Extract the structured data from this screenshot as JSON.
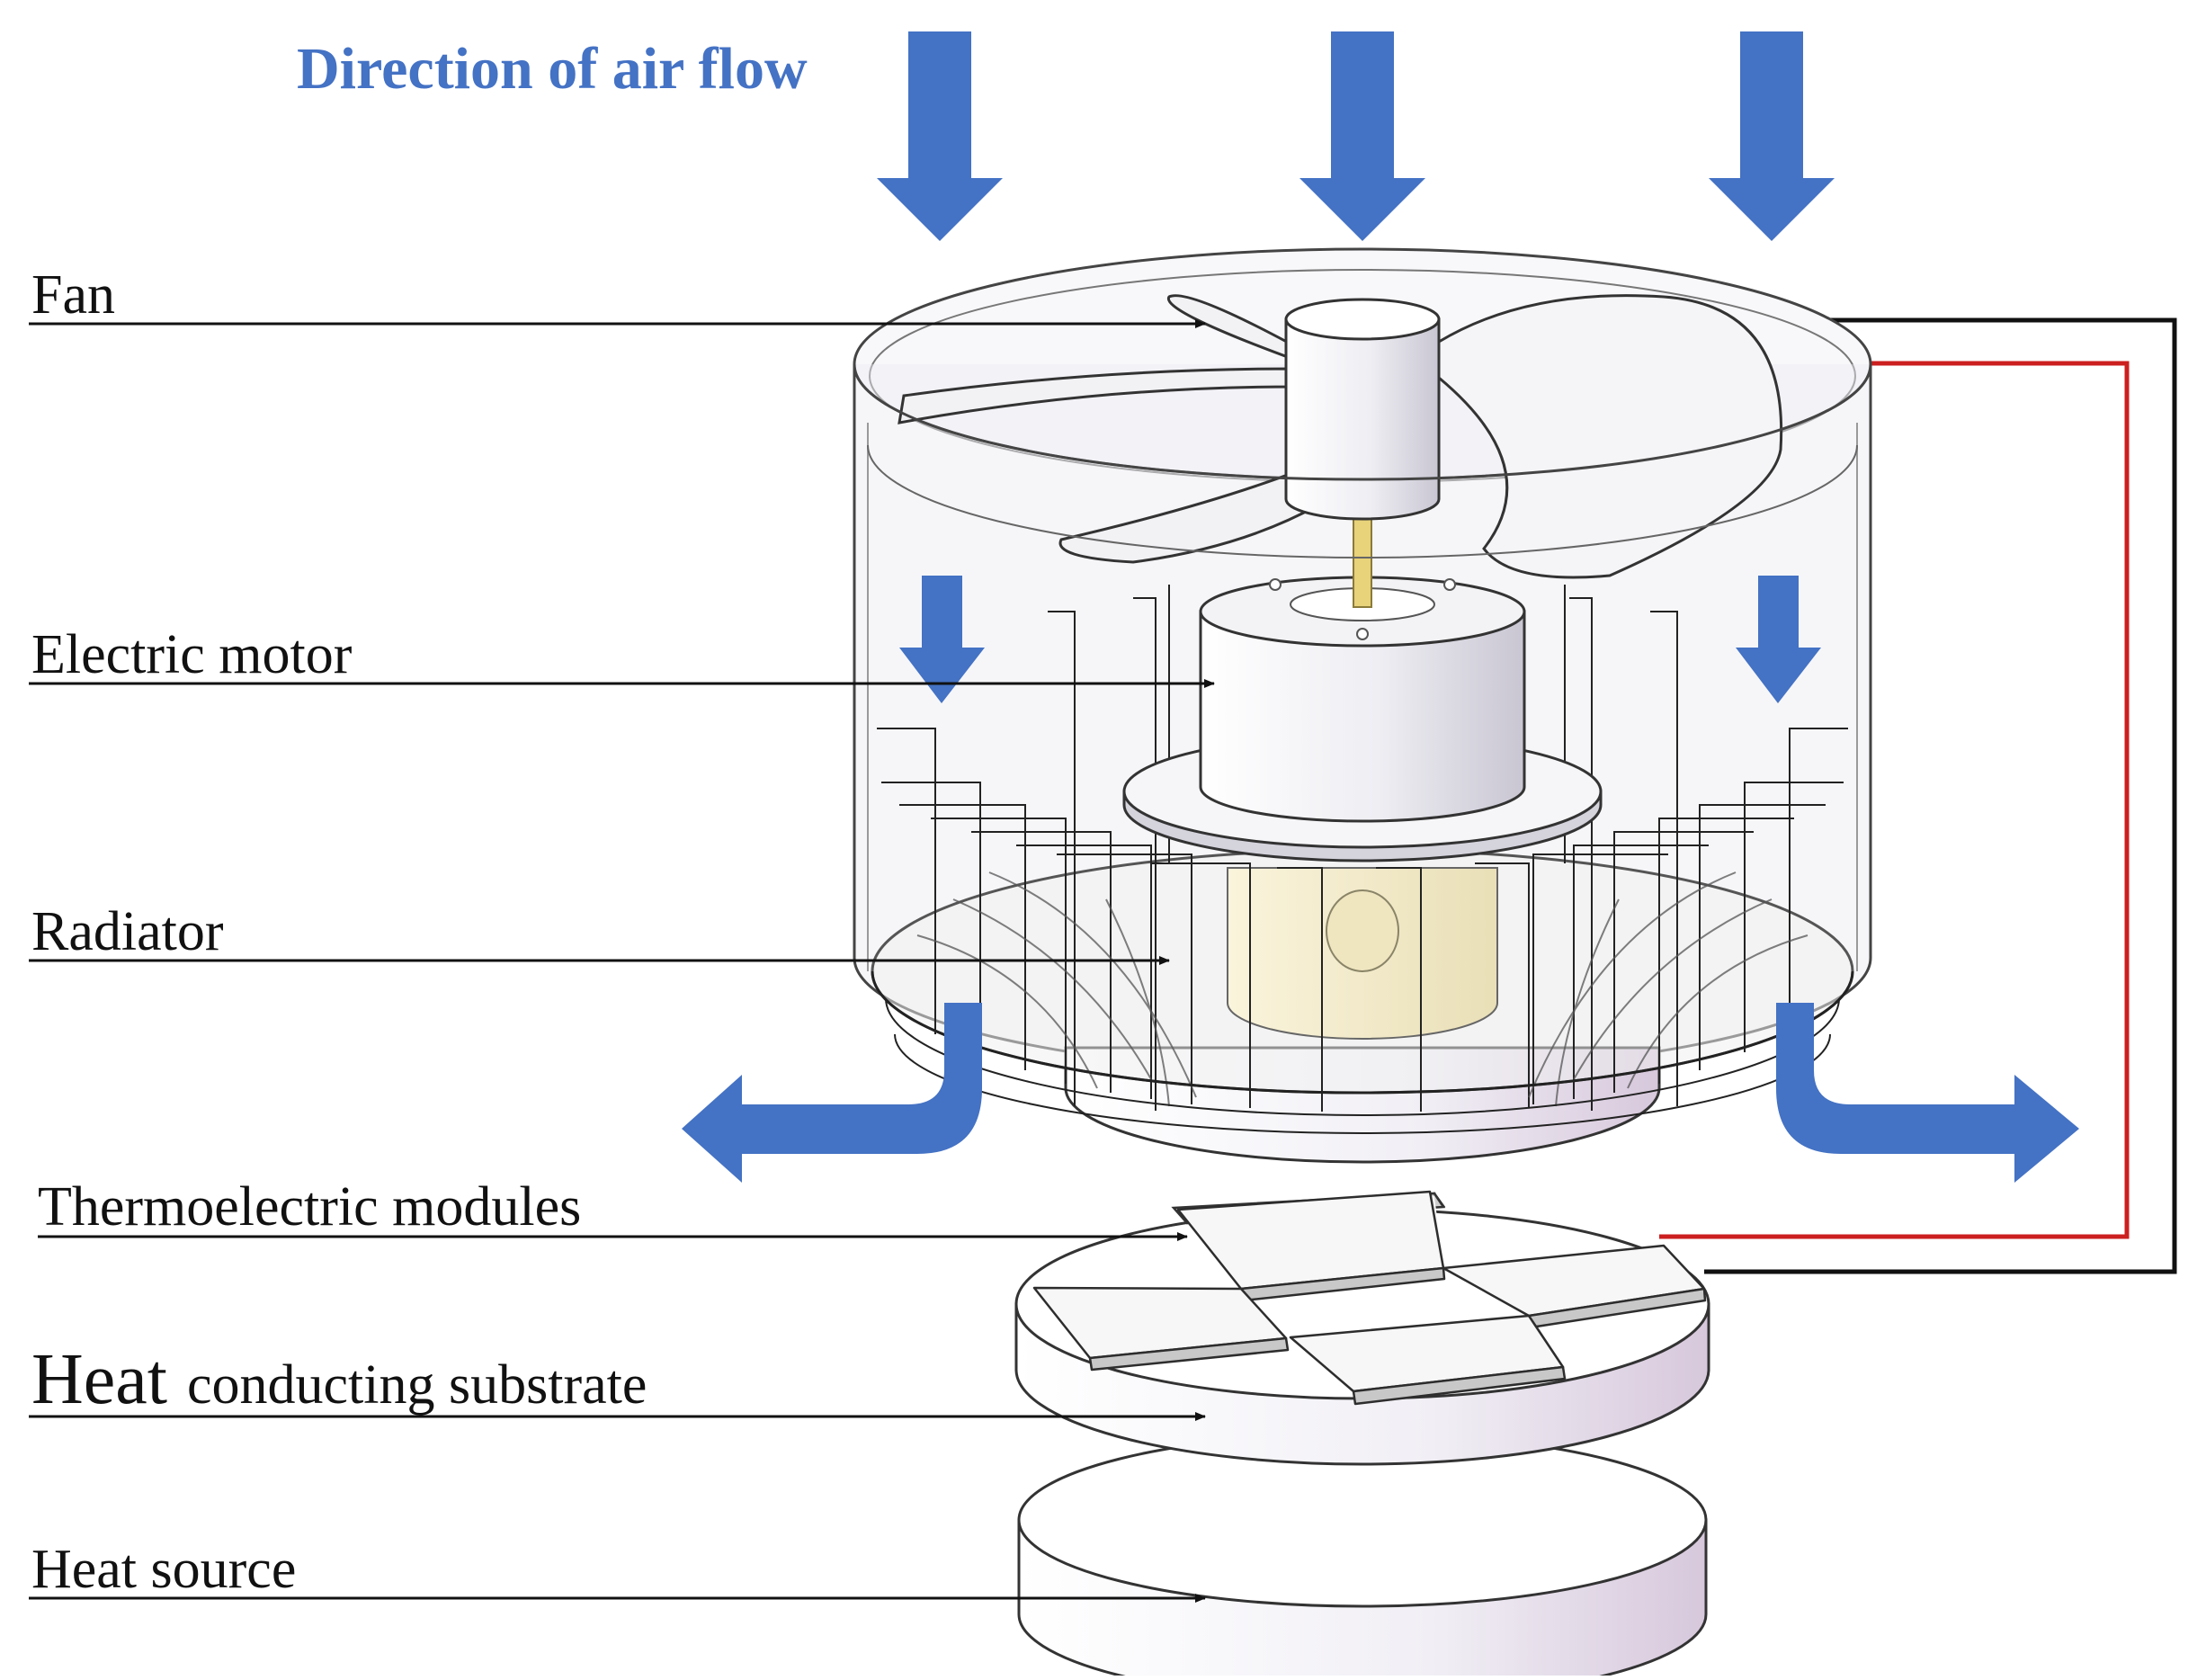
{
  "colors": {
    "airflow": "#4472c4",
    "leader": "#111111",
    "wire_positive": "#cc1f1f",
    "wire_negative": "#111111",
    "outline": "#333333",
    "motor_fill": "#ececf0",
    "substrate_fill": "#f4f3f7",
    "module_fill": "#f7f7f7",
    "radiator_core": "#f3eccd"
  },
  "airflow_title": "Direction of air flow",
  "labels": {
    "fan": "Fan",
    "electric_motor": "Electric motor",
    "radiator": "Radiator",
    "thermoelectric_modules": "Thermoelectric modules",
    "heat_conducting_substrate_word1": "Heat",
    "heat_conducting_substrate_rest": "conducting substrate",
    "heat_source": "Heat source"
  },
  "icons": {
    "airflow_down": "down-arrow-icon",
    "airflow_exhaust": "bent-arrow-icon",
    "leader_arrow": "arrowhead-icon"
  }
}
